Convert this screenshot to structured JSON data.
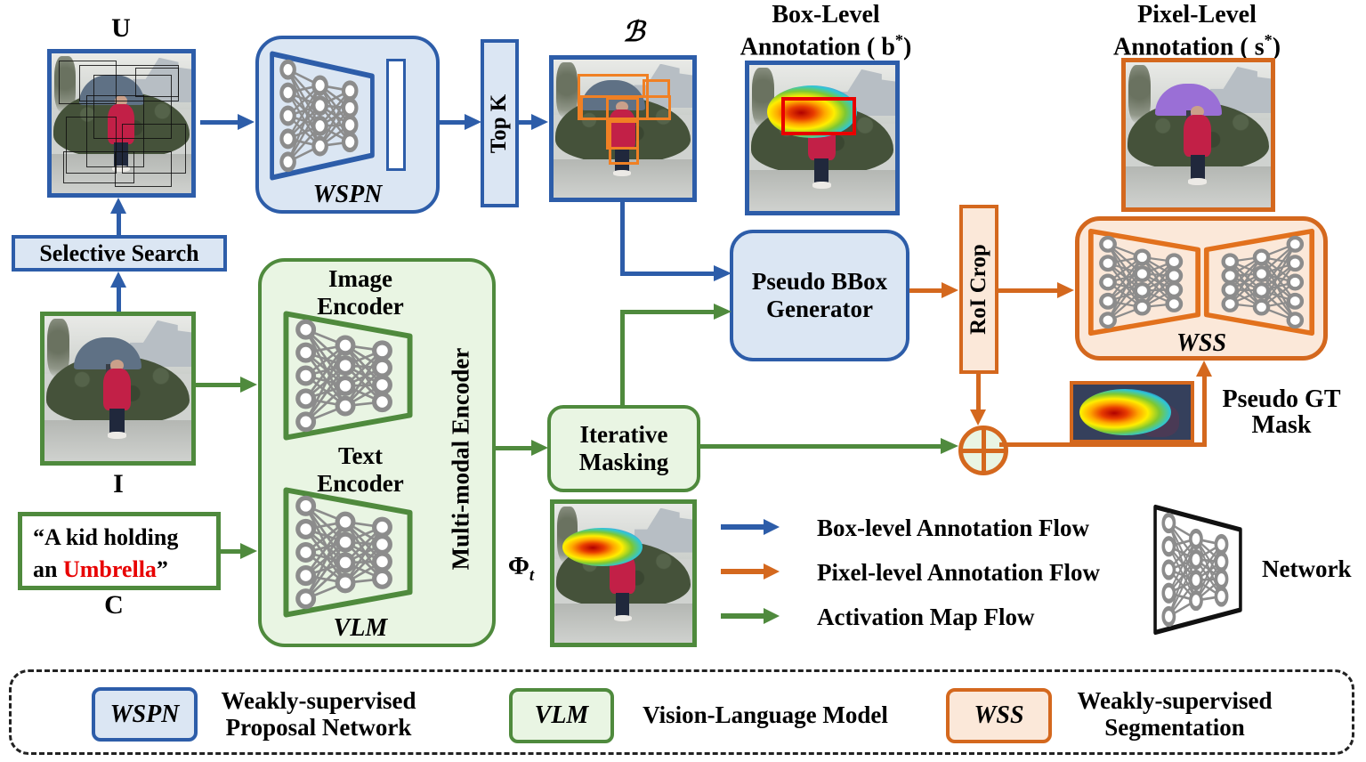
{
  "colors": {
    "blue": "#2d5da9",
    "blue_fill": "#dbe6f3",
    "green": "#4f8a3d",
    "green_fill": "#e9f5e3",
    "orange": "#d4681e",
    "orange_fill": "#fbe8d9",
    "red": "#e80000",
    "network_gray": "#8c8c8c"
  },
  "labels": {
    "u": "U",
    "b_script": "ℬ",
    "i": "I",
    "c": "C",
    "phi": "Φ",
    "phi_sub": "t"
  },
  "ann": {
    "box": {
      "l1": "Box-Level",
      "pre": "Annotation ( ",
      "v": "b",
      "star": "*",
      "post": ")"
    },
    "pixel": {
      "l1": "Pixel-Level",
      "pre": "Annotation ( ",
      "v": "s",
      "star": "*",
      "post": ")"
    }
  },
  "nodes": {
    "selective_search": "Selective Search",
    "wspn": "WSPN",
    "topk": "Top K",
    "img_enc1": "Image",
    "img_enc2": "Encoder",
    "txt_enc1": "Text",
    "txt_enc2": "Encoder",
    "mm": "Multi-modal Encoder",
    "vlm": "VLM",
    "it1": "Iterative",
    "it2": "Masking",
    "pbg1": "Pseudo BBox",
    "pbg2": "Generator",
    "roi": "RoI Crop",
    "wss": "WSS",
    "pgt1": "Pseudo GT",
    "pgt2": "Mask"
  },
  "caption": {
    "l1": "“A kid holding",
    "l2a": "an ",
    "l2b": "Umbrella",
    "l2c": "”"
  },
  "flows": [
    {
      "label": "Box-level Annotation Flow",
      "color": "#2d5da9"
    },
    {
      "label": "Pixel-level Annotation Flow",
      "color": "#d4681e"
    },
    {
      "label": "Activation Map Flow",
      "color": "#4f8a3d"
    }
  ],
  "network_label": "Network",
  "legend": [
    {
      "abbr": "WSPN",
      "d1": "Weakly-supervised",
      "d2": "Proposal Network"
    },
    {
      "abbr": "VLM",
      "d1": "Vision-Language Model",
      "d2": ""
    },
    {
      "abbr": "WSS",
      "d1": "Weakly-supervised",
      "d2": "Segmentation"
    }
  ]
}
